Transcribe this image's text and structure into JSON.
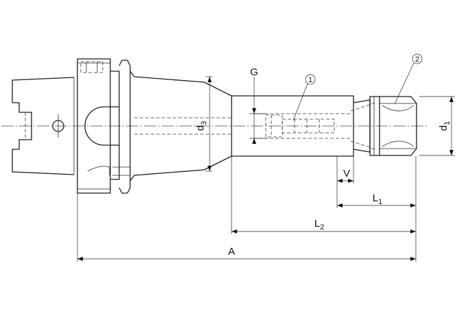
{
  "dimensions": {
    "G": {
      "main": "G",
      "sub": ""
    },
    "d3": {
      "main": "d",
      "sub": "3"
    },
    "d1": {
      "main": "d",
      "sub": "1"
    },
    "V": {
      "main": "V",
      "sub": ""
    },
    "L1": {
      "main": "L",
      "sub": "1"
    },
    "L2": {
      "main": "L",
      "sub": "2"
    },
    "A": {
      "main": "A",
      "sub": ""
    }
  },
  "callouts": [
    {
      "number": "1"
    },
    {
      "number": "2"
    }
  ]
}
